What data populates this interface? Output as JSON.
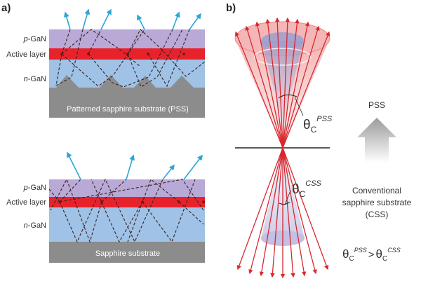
{
  "panel_a": {
    "letter": "a)",
    "top": {
      "layer_labels": {
        "p_gan": [
          "p",
          "-GaN"
        ],
        "active": "Active layer",
        "n_gan": [
          "n",
          "-GaN"
        ]
      },
      "substrate_label": "Patterned sapphire substrate (PSS)"
    },
    "bottom": {
      "layer_labels": {
        "p_gan": [
          "p",
          "-GaN"
        ],
        "active": "Active layer",
        "n_gan": [
          "n",
          "-GaN"
        ]
      },
      "substrate_label": "Sapphire substrate"
    }
  },
  "panel_b": {
    "letter": "b)",
    "theta_pss": {
      "symbol": "θ",
      "sub": "C",
      "sup": "PSS"
    },
    "theta_css": {
      "symbol": "θ",
      "sub": "C",
      "sup": "CSS"
    },
    "arrow_top_label": "PSS",
    "arrow_bottom_lines": [
      "Conventional",
      "sapphire substrate",
      "(CSS)"
    ],
    "relation": {
      "left_sup": "PSS",
      "gt": ">",
      "right_sup": "CSS"
    }
  },
  "colors": {
    "p_gan": "#b9a9d6",
    "active": "#e8222b",
    "n_gan": "#9fc2e6",
    "substrate": "#8c8c8c",
    "escape_ray": "#2aa6d6",
    "red_ray": "#d8282f"
  }
}
